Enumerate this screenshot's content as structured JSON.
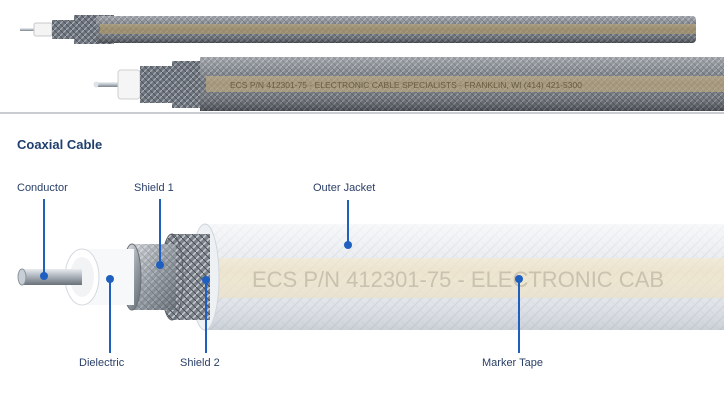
{
  "title": "Coaxial Cable",
  "colors": {
    "accent": "#1f5fbf",
    "title": "#1f3f6e",
    "label": "#2a3f66",
    "jacket": "#e9ecf1",
    "braid": "#8a9099",
    "tape": "#efe3c4"
  },
  "banner": {
    "cable_top_text": "",
    "cable_bottom_text": "ECS P/N 412301-75 - ELECTRONIC CABLE SPECIALISTS - FRANKLIN, WI (414) 421-5300"
  },
  "diagram": {
    "jacket_text": "ECS P/N 412301-75  - ELECTRONIC CAB",
    "labels": {
      "conductor": "Conductor",
      "shield1": "Shield 1",
      "outer_jacket": "Outer Jacket",
      "dielectric": "Dielectric",
      "shield2": "Shield 2",
      "marker_tape": "Marker Tape"
    }
  }
}
